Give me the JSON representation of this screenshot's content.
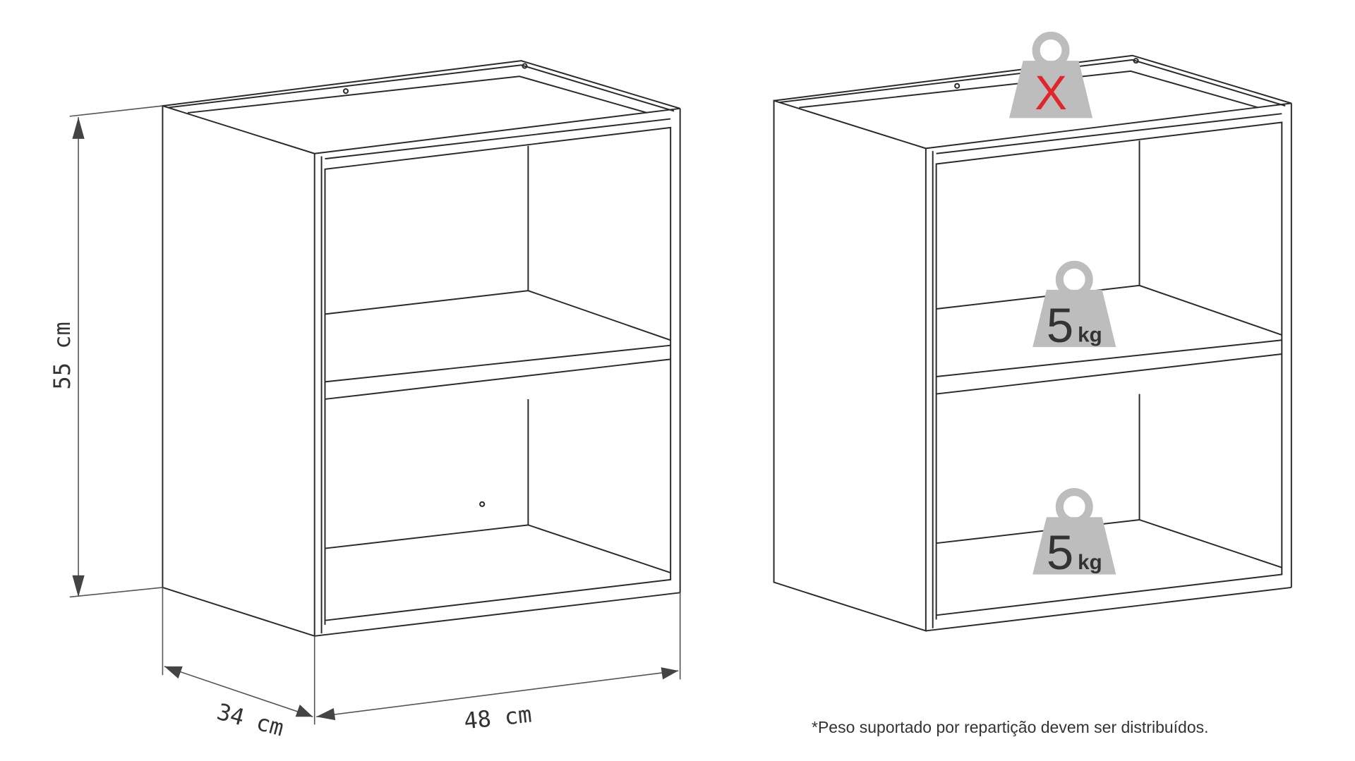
{
  "dimensions": {
    "height": "55 cm",
    "depth": "34 cm",
    "width": "48 cm"
  },
  "weights": {
    "top": {
      "label": "X",
      "color": "#e0262b"
    },
    "shelf_upper": {
      "value": "5",
      "unit": "kg"
    },
    "shelf_lower": {
      "value": "5",
      "unit": "kg"
    }
  },
  "note": "*Peso suportado por repartição devem ser distribuídos."
}
